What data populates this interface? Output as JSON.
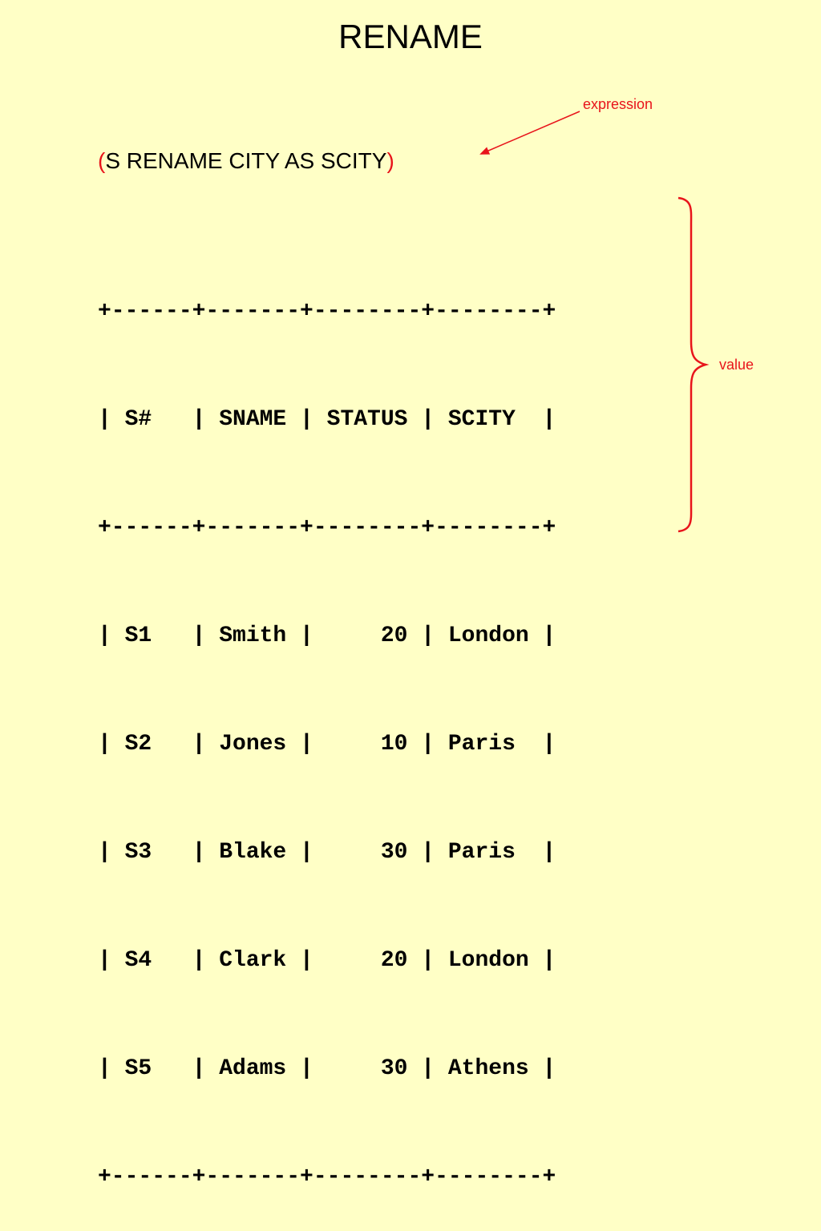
{
  "title": "RENAME",
  "annotations": {
    "expression_label": "expression",
    "value_label": "value"
  },
  "expression": {
    "open_paren": "(",
    "text": "S RENAME CITY AS SCITY",
    "close_paren": ")"
  },
  "table_lines": [
    "+------+-------+--------+--------+",
    "| S#   | SNAME | STATUS | SCITY  |",
    "+------+-------+--------+--------+",
    "| S1   | Smith |     20 | London |",
    "| S2   | Jones |     10 | Paris  |",
    "| S3   | Blake |     30 | Paris  |",
    "| S4   | Clark |     20 | London |",
    "| S5   | Adams |     30 | Athens |",
    "+------+-------+--------+--------+"
  ],
  "colors": {
    "background": "#ffffc6",
    "accent": "#e8141b",
    "text": "#000000"
  }
}
